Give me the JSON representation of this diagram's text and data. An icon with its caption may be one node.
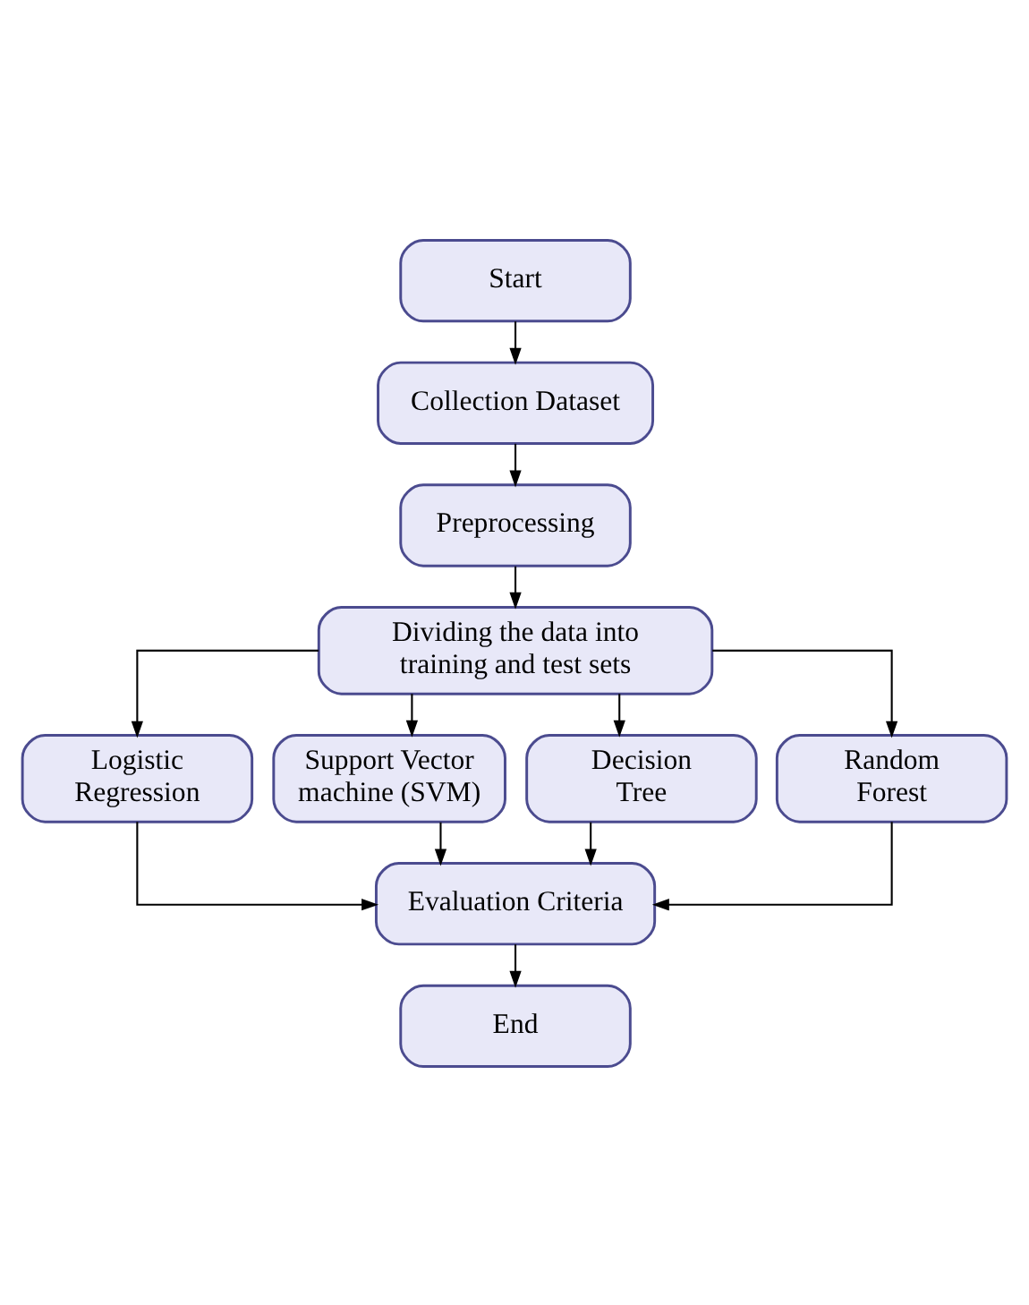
{
  "diagram": {
    "nodes": [
      {
        "text": [
          "Start"
        ]
      },
      {
        "text": [
          "Collection Dataset"
        ]
      },
      {
        "text": [
          "Preprocessing"
        ]
      },
      {
        "text": [
          "Dividing the data into training and test sets"
        ]
      },
      {
        "text": [
          "Logistic Regression"
        ]
      },
      {
        "text": [
          "Support Vector machine (SVM)"
        ]
      },
      {
        "text": [
          "Decision Tree"
        ]
      },
      {
        "text": [
          "Random Forest"
        ]
      },
      {
        "text": [
          "Evaluation Criteria"
        ]
      },
      {
        "text": [
          "End"
        ]
      }
    ],
    "edges": [
      {
        "from": 0,
        "to": 1,
        "arrow": "to"
      },
      {
        "from": 1,
        "to": 2,
        "arrow": "to"
      },
      {
        "from": 2,
        "to": 3,
        "arrow": "to"
      },
      {
        "from": 3,
        "to": 4,
        "arrow": "to"
      },
      {
        "from": 3,
        "to": 5,
        "arrow": "to"
      },
      {
        "from": 3,
        "to": 6,
        "arrow": "to"
      },
      {
        "from": 3,
        "to": 7,
        "arrow": "to"
      },
      {
        "from": 4,
        "to": 8,
        "arrow": "to"
      },
      {
        "from": 5,
        "to": 8,
        "arrow": "to"
      },
      {
        "from": 6,
        "to": 8,
        "arrow": "to"
      },
      {
        "from": 7,
        "to": 8,
        "arrow": "to"
      },
      {
        "from": 8,
        "to": 9,
        "arrow": "to"
      }
    ]
  }
}
